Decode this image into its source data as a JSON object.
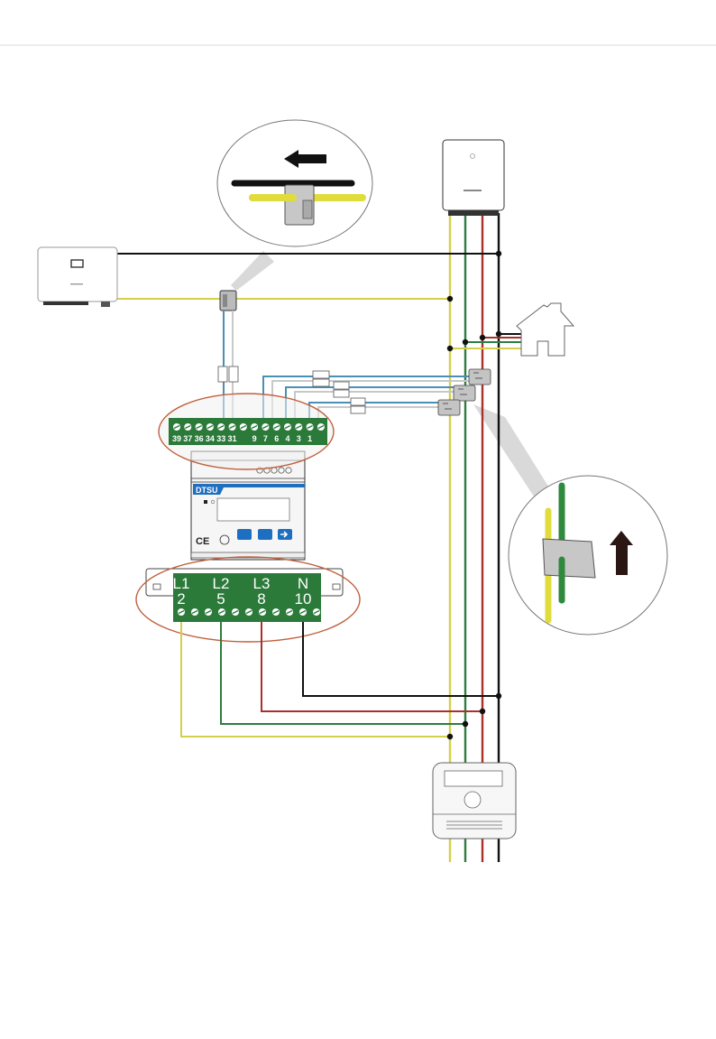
{
  "diagram": {
    "title": "DTSU meter wiring with three-phase CTs",
    "colors": {
      "L1": "#d4cf4a",
      "L2": "#2f7d3f",
      "L3": "#a8322a",
      "N": "#111111",
      "signal_blue": "#4a8fb5",
      "signal_gray": "#c8c8c8",
      "terminal_green": "#2b7a3a",
      "highlight_ellipse": "#c0613e",
      "dtsu_blue": "#1f6fc0",
      "pointer_gray": "#d6d6d6"
    },
    "inverter_left": {
      "label": "Inverter (CT side)"
    },
    "inverter_top": {
      "label": "Inverter"
    },
    "house": {
      "label": "Load"
    },
    "grid_meter": {
      "label": "Grid meter"
    },
    "ct_zoom_left": {
      "direction": "left",
      "label": "CT on L1, arrow toward inverter"
    },
    "ct_zoom_right": {
      "direction": "up",
      "label": "CT on phase line, arrow up"
    },
    "dtsu": {
      "name": "DTSU",
      "top_terminals": [
        "39",
        "37",
        "36",
        "34",
        "33",
        "31",
        "",
        "9",
        "7",
        "6",
        "4",
        "3",
        "1"
      ],
      "bottom_terminals": [
        {
          "phase": "L1",
          "number": "2"
        },
        {
          "phase": "L2",
          "number": "5"
        },
        {
          "phase": "L3",
          "number": "8"
        },
        {
          "phase": "N",
          "number": "10"
        }
      ]
    }
  }
}
